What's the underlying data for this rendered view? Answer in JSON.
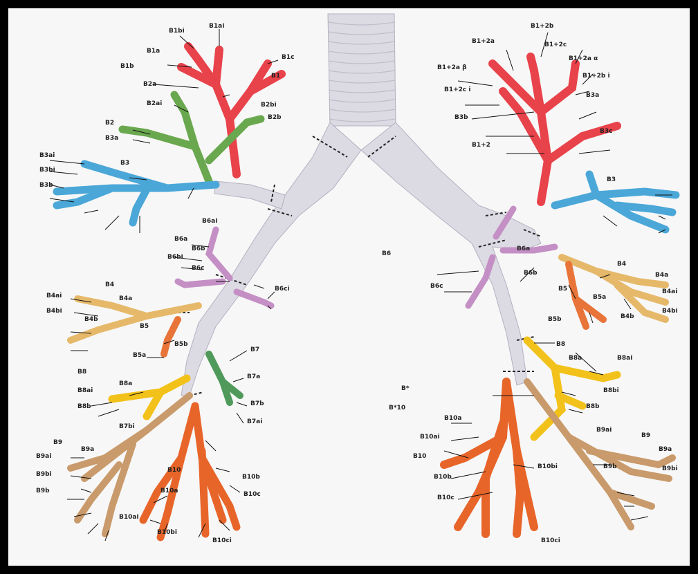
{
  "diagram": {
    "center_labels": {
      "upper_middle": "B6",
      "lower_middle_top": "B*",
      "lower_middle_bottom": "B*10"
    },
    "right_upper_labels": [
      "B1+2a",
      "B1+2b",
      "B1+2c",
      "B1+2a β",
      "B1+2a α",
      "B1+2b i",
      "B1+2c i",
      "B3a",
      "B3b",
      "B3c",
      "B1+2",
      "B3"
    ],
    "left_upper_labels": [
      "B1a",
      "B1b",
      "B1ai",
      "B1bi",
      "B1c",
      "B2a",
      "B2b",
      "B2ai",
      "B2bi",
      "B3a",
      "B3b",
      "B3ai",
      "B3bi",
      "B1",
      "B2",
      "B3"
    ],
    "left_middle_labels": [
      "B6a",
      "B6b",
      "B6c",
      "B6ai",
      "B6bi",
      "B6ci",
      "B4",
      "B4a",
      "B4b",
      "B4ai",
      "B4bi",
      "B5",
      "B5a",
      "B5b"
    ],
    "left_lower_labels": [
      "B7",
      "B7a",
      "B7b",
      "B7ai",
      "B7bi",
      "B8",
      "B8a",
      "B8b",
      "B8ai",
      "B9",
      "B9a",
      "B9b",
      "B9ai",
      "B9bi",
      "B10",
      "B10a",
      "B10b",
      "B10c",
      "B10ai",
      "B10bi",
      "B10ci"
    ],
    "right_middle_labels": [
      "B6a",
      "B6b",
      "B6c",
      "B4",
      "B4a",
      "B4b",
      "B4ai",
      "B4bi",
      "B5",
      "B5a",
      "B5b"
    ],
    "right_lower_labels": [
      "B8",
      "B8a",
      "B8b",
      "B8ai",
      "B8bi",
      "B9",
      "B9a",
      "B9b",
      "B9ai",
      "B9bi",
      "B10",
      "B10a",
      "B10b",
      "B10c",
      "B10ai",
      "B10bi",
      "B10ci"
    ],
    "colors": {
      "trachea": "#dcdae3",
      "segment_1_2": "#e8424a",
      "segment_2": "#6aa84f",
      "segment_3": "#4aa7d8",
      "segment_6": "#c48fc4",
      "segment_4": "#e6b96a",
      "segment_5": "#e8743a",
      "segment_7": "#4f9a5a",
      "segment_8": "#f2c21a",
      "segment_9": "#c99a6b",
      "segment_10": "#e8652a",
      "background": "#f7f7f7",
      "frame": "#000000"
    }
  }
}
